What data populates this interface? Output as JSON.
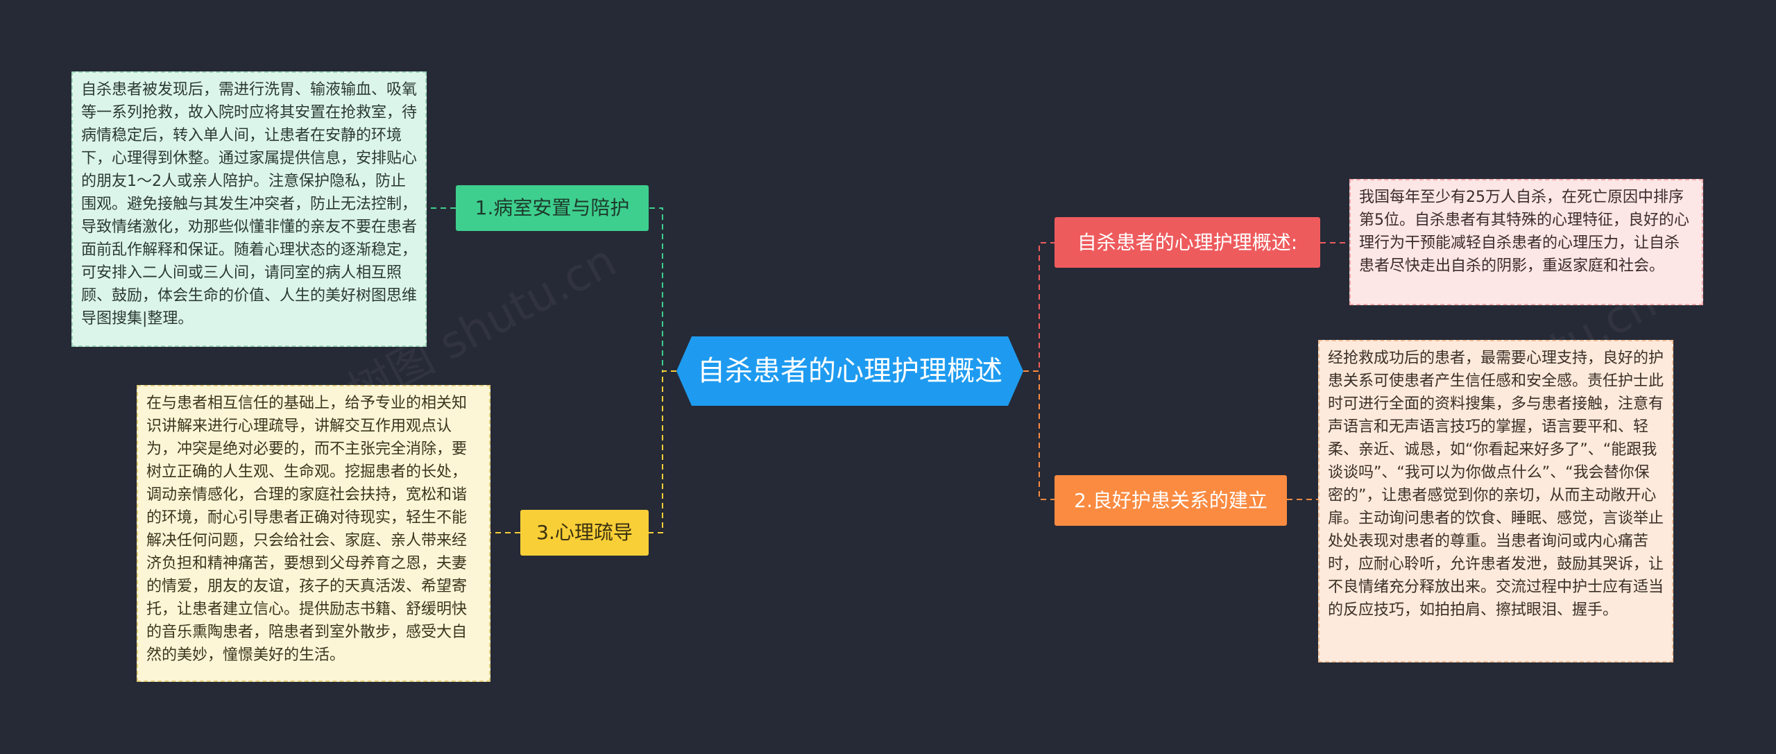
{
  "root": {
    "label": "自杀患者的心理护理概述"
  },
  "branches": {
    "b1": {
      "label": "1.病室安置与陪护",
      "note": "自杀患者被发现后，需进行洗胃、输液输血、吸氧等一系列抢救，故入院时应将其安置在抢救室，待病情稳定后，转入单人间，让患者在安静的环境下，心理得到休整。通过家属提供信息，安排贴心的朋友1～2人或亲人陪护。注意保护隐私，防止围观。避免接触与其发生冲突者，防止无法控制，导致情绪激化，劝那些似懂非懂的亲友不要在患者面前乱作解释和保证。随着心理状态的逐渐稳定，可安排入二人间或三人间，请同室的病人相互照顾、鼓励，体会生命的价值、人生的美好树图思维导图搜集|整理。"
    },
    "b3": {
      "label": "3.心理疏导",
      "note": "在与患者相互信任的基础上，给予专业的相关知识讲解来进行心理疏导，讲解交互作用观点认为，冲突是绝对必要的，而不主张完全消除，要树立正确的人生观、生命观。挖掘患者的长处，调动亲情感化，合理的家庭社会扶持，宽松和谐的环境，耐心引导患者正确对待现实，轻生不能解决任何问题，只会给社会、家庭、亲人带来经济负担和精神痛苦，要想到父母养育之恩，夫妻的情爱，朋友的友谊，孩子的天真活泼、希望寄托，让患者建立信心。提供励志书籍、舒缓明快的音乐熏陶患者，陪患者到室外散步，感受大自然的美妙，憧憬美好的生活。"
    },
    "bR1": {
      "label": "自杀患者的心理护理概述:",
      "note": "我国每年至少有25万人自杀，在死亡原因中排序第5位。自杀患者有其特殊的心理特征，良好的心理行为干预能减轻自杀患者的心理压力，让自杀患者尽快走出自杀的阴影，重返家庭和社会。"
    },
    "b2": {
      "label": "2.良好护患关系的建立",
      "note": "经抢救成功后的患者，最需要心理支持，良好的护患关系可使患者产生信任感和安全感。责任护士此时可进行全面的资料搜集，多与患者接触，注意有声语言和无声语言技巧的掌握，语言要平和、轻柔、亲近、诚恳，如“你看起来好多了”、“能跟我谈谈吗”、“我可以为你做点什么”、“我会替你保密的”，让患者感觉到你的亲切，从而主动敞开心扉。主动询问患者的饮食、睡眠、感觉，言谈举止处处表现对患者的尊重。当患者询问或内心痛苦时，应耐心聆听，允许患者发泄，鼓励其哭诉，让不良情绪充分释放出来。交流过程中护士应有适当的反应技巧，如拍拍肩、擦拭眼泪、握手。"
    }
  },
  "colors": {
    "background": "#262a36",
    "root": "#1e9bf0",
    "green": "#3ecf8e",
    "yellow": "#f9cf38",
    "red": "#ee5b5d",
    "orange": "#fa8b41"
  },
  "watermark": "树图 shutu.cn"
}
